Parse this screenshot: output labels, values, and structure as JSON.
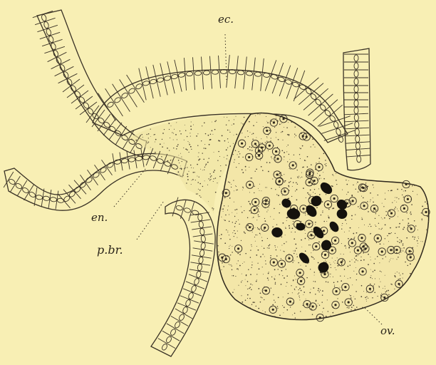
{
  "labels": {
    "ec": "ec.",
    "en": "en.",
    "pbr": "p.br.",
    "ov": "ov."
  },
  "colors": {
    "background": "#f8efb4",
    "ink": "#2a241a"
  }
}
